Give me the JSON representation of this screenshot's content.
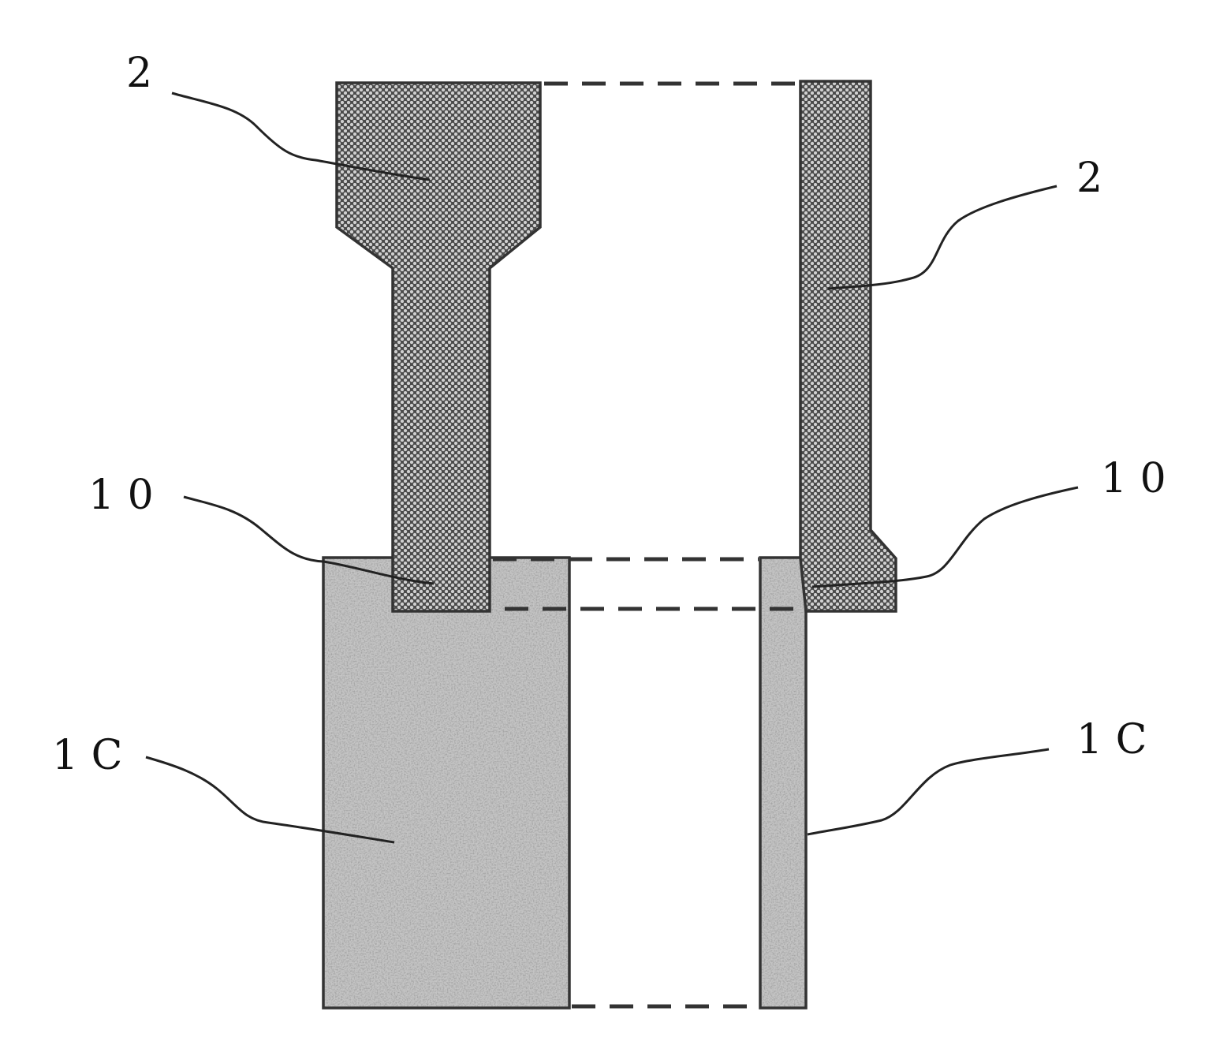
{
  "labels": {
    "part2_left": "2",
    "part2_right": "2",
    "region10_left": "1 0",
    "region10_right": "1 0",
    "part1C_left": "1 C",
    "part1C_right": "1 C"
  },
  "colors": {
    "part2_fill": "#4a4a4a",
    "part2_dots": "#c8c8c8",
    "part1C_fill": "#bdbdbd",
    "part1C_speckle": "#6e6e6e",
    "outline": "#333333",
    "leader": "#222222"
  }
}
